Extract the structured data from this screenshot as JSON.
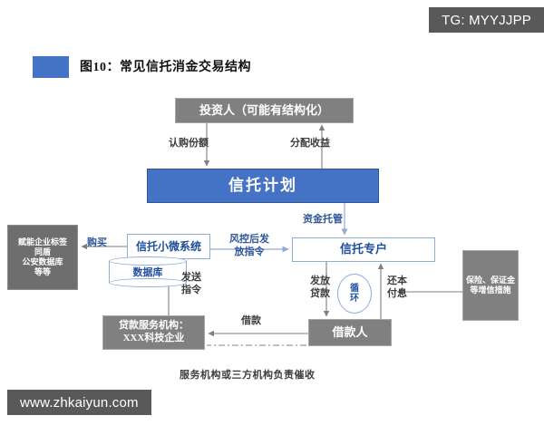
{
  "watermarks": {
    "telegram": "TG: MYYJJPP",
    "site": "www.zhkaiyun.com"
  },
  "figure": {
    "title": "图10：常见信托消金交易结构",
    "legend_color": "#4472C4",
    "caption": "服务机构或三方机构负责催收"
  },
  "nodes": {
    "investor": "投资人（可能有结构化）",
    "trust_plan": "信托计划",
    "data_tags": "赋能企业标签\n同盾\n公安数据库\n等等",
    "micro_system": "信托小微系统",
    "database": "数据库",
    "trust_account": "信托专户",
    "credit_enhance": "保险、保证金\n等增信措施",
    "loan_servicer": "贷款服务机构：\nXXX科技企业",
    "borrower": "借款人",
    "cycle": "循\n环"
  },
  "edges": {
    "subscribe": "认购份额",
    "distribute": "分配收益",
    "custody": "资金托管",
    "purchase": "购买",
    "risk_instruction": "风控后发\n放指令",
    "send_instruction": "发送\n指令",
    "disburse_loan": "发放\n贷款",
    "repay_principal_interest": "还本\n付息",
    "borrow": "借款"
  },
  "colors": {
    "blue_fill": "#4472C4",
    "blue_text": "#1F4E9C",
    "gray_fill": "#808080",
    "badge_gray": "#595959",
    "line_gray": "#7f7f7f",
    "line_blue": "#8FAADC"
  }
}
